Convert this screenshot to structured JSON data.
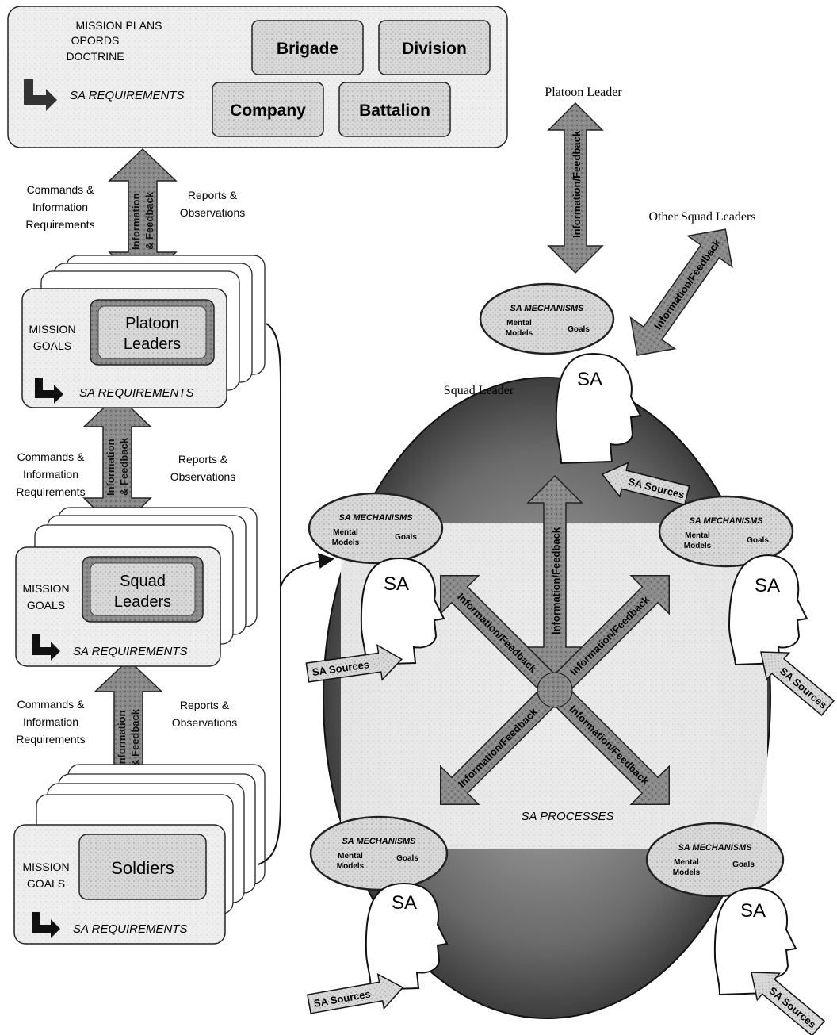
{
  "mission": {
    "header_lines": [
      "MISSION PLANS",
      "OPORDS",
      "DOCTRINE"
    ],
    "sa_requirements": "SA REQUIREMENTS",
    "units": [
      "Brigade",
      "Division",
      "Company",
      "Battalion"
    ]
  },
  "levels": [
    {
      "label": "Platoon Leaders",
      "line1": "Platoon",
      "line2": "Leaders"
    },
    {
      "label": "Squad Leaders",
      "line1": "Squad",
      "line2": "Leaders"
    },
    {
      "label": "Soldiers",
      "line1": "Soldiers",
      "line2": ""
    }
  ],
  "mission_goals": [
    "MISSION",
    "GOALS"
  ],
  "commands": [
    "Commands &",
    "Information",
    "Requirements"
  ],
  "reports": [
    "Reports &",
    "Observations"
  ],
  "arrow_label": [
    "Information",
    "& Feedback"
  ],
  "info_feedback": "Information/Feedback",
  "right": {
    "platoon_leader": "Platoon Leader",
    "other_squad_leaders": "Other Squad Leaders",
    "squad_leader": "Squad Leader",
    "sa": "SA",
    "sa_sources": "SA Sources",
    "sa_mechanisms": "SA MECHANISMS",
    "mental": "Mental",
    "models": "Models",
    "goals": "Goals",
    "sa_processes": "SA PROCESSES"
  }
}
